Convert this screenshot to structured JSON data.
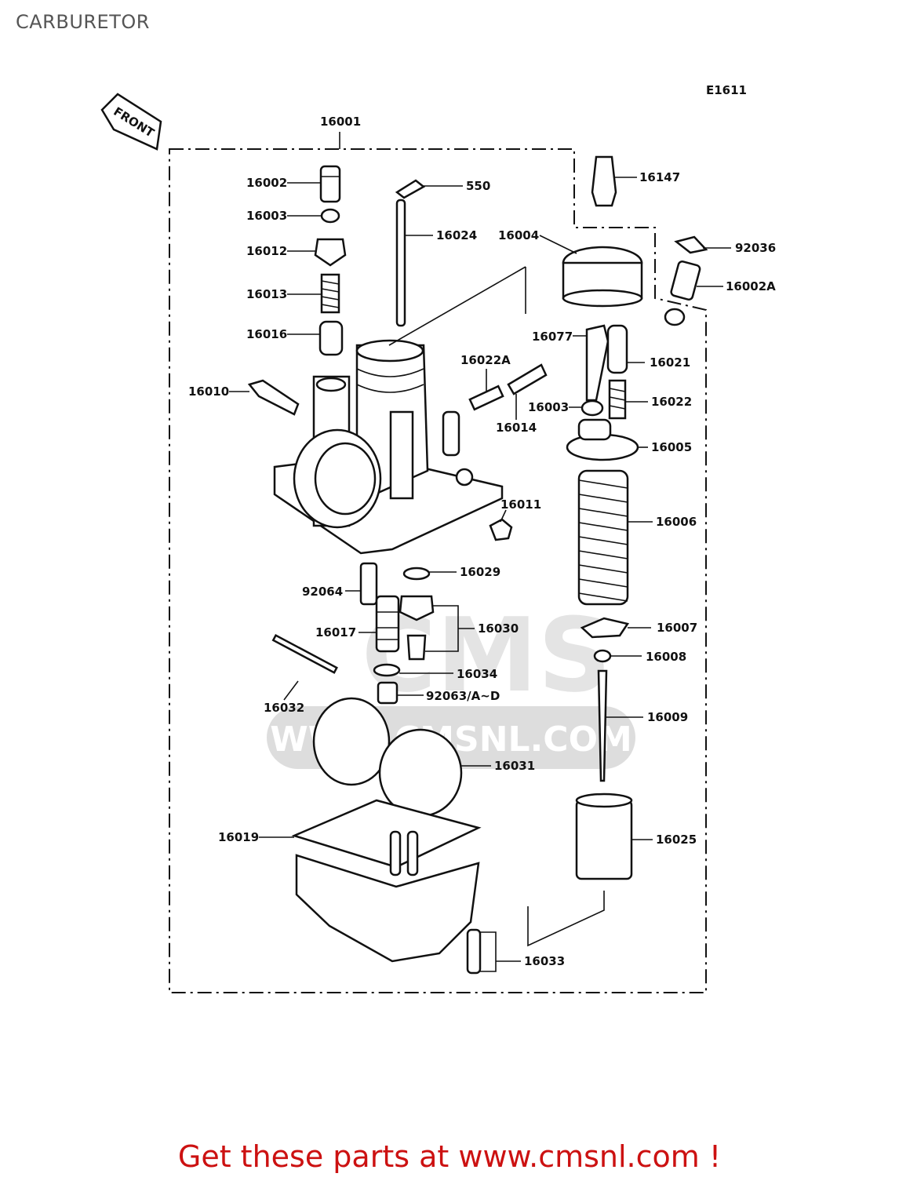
{
  "page": {
    "title": "CARBURETOR",
    "diagram_code": "E1611",
    "front_label": "FRONT",
    "watermark": "WWW.CMSNL.COM",
    "promo": "Get these parts at www.cmsnl.com !"
  },
  "colors": {
    "promo_text": "#cc1111",
    "title_text": "#555555",
    "line_art": "#111111",
    "watermark": "#dddddd"
  },
  "parts": [
    {
      "id": "16001",
      "label": "16001"
    },
    {
      "id": "16002",
      "label": "16002"
    },
    {
      "id": "16003a",
      "label": "16003"
    },
    {
      "id": "16012",
      "label": "16012"
    },
    {
      "id": "16013",
      "label": "16013"
    },
    {
      "id": "16016",
      "label": "16016"
    },
    {
      "id": "16010",
      "label": "16010"
    },
    {
      "id": "550",
      "label": "550"
    },
    {
      "id": "16024",
      "label": "16024"
    },
    {
      "id": "16147",
      "label": "16147"
    },
    {
      "id": "16004",
      "label": "16004"
    },
    {
      "id": "92036",
      "label": "92036"
    },
    {
      "id": "16002A",
      "label": "16002A"
    },
    {
      "id": "16077",
      "label": "16077"
    },
    {
      "id": "16021",
      "label": "16021"
    },
    {
      "id": "16022A",
      "label": "16022A"
    },
    {
      "id": "16003b",
      "label": "16003"
    },
    {
      "id": "16022",
      "label": "16022"
    },
    {
      "id": "16014",
      "label": "16014"
    },
    {
      "id": "16005",
      "label": "16005"
    },
    {
      "id": "16011",
      "label": "16011"
    },
    {
      "id": "16006",
      "label": "16006"
    },
    {
      "id": "16029",
      "label": "16029"
    },
    {
      "id": "92064",
      "label": "92064"
    },
    {
      "id": "16017",
      "label": "16017"
    },
    {
      "id": "16030",
      "label": "16030"
    },
    {
      "id": "16007",
      "label": "16007"
    },
    {
      "id": "16008",
      "label": "16008"
    },
    {
      "id": "16034",
      "label": "16034"
    },
    {
      "id": "16032",
      "label": "16032"
    },
    {
      "id": "92063",
      "label": "92063/A~D"
    },
    {
      "id": "16009",
      "label": "16009"
    },
    {
      "id": "16031",
      "label": "16031"
    },
    {
      "id": "16019",
      "label": "16019"
    },
    {
      "id": "16025",
      "label": "16025"
    },
    {
      "id": "16033",
      "label": "16033"
    }
  ]
}
